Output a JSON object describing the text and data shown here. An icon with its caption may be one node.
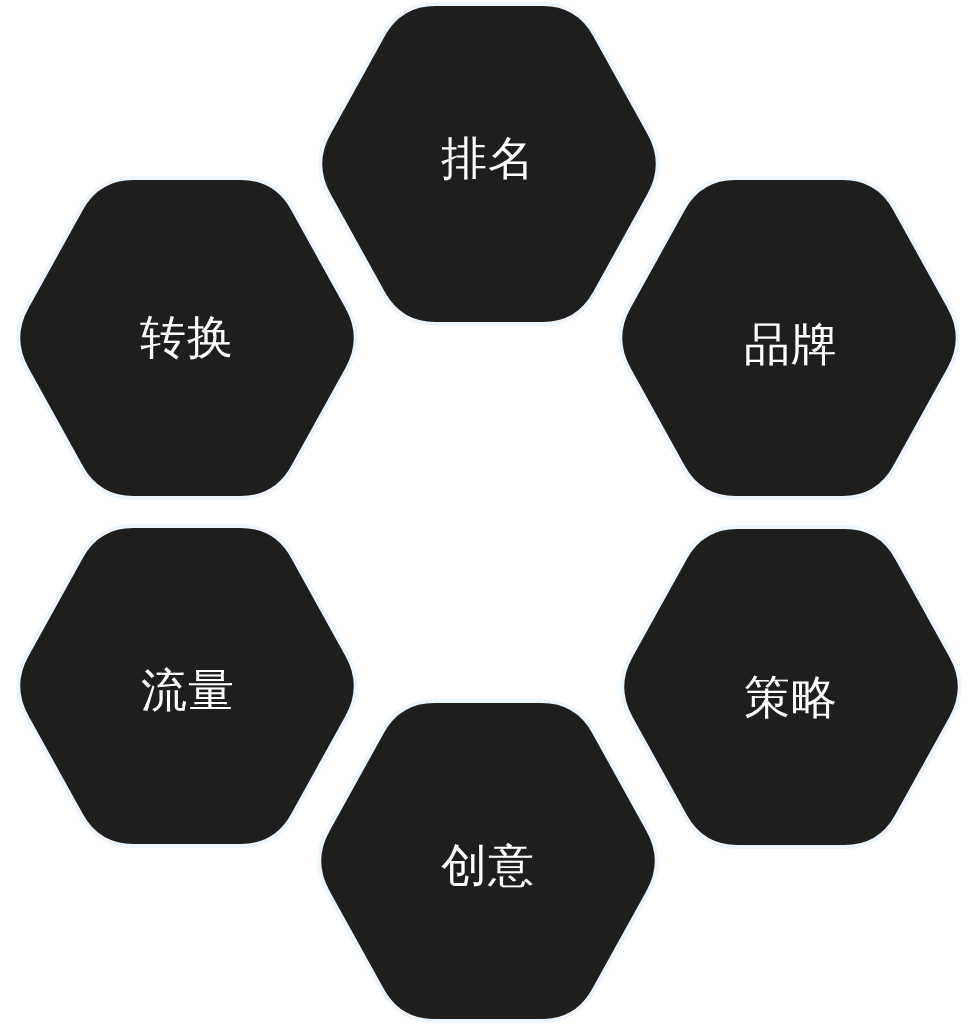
{
  "diagram": {
    "nodes": [
      {
        "text": [
          "排名"
        ]
      },
      {
        "text": [
          "转换"
        ]
      },
      {
        "text": [
          "品牌"
        ]
      },
      {
        "text": [
          "流量"
        ]
      },
      {
        "text": [
          "策略"
        ]
      },
      {
        "text": [
          "创意"
        ]
      }
    ]
  }
}
